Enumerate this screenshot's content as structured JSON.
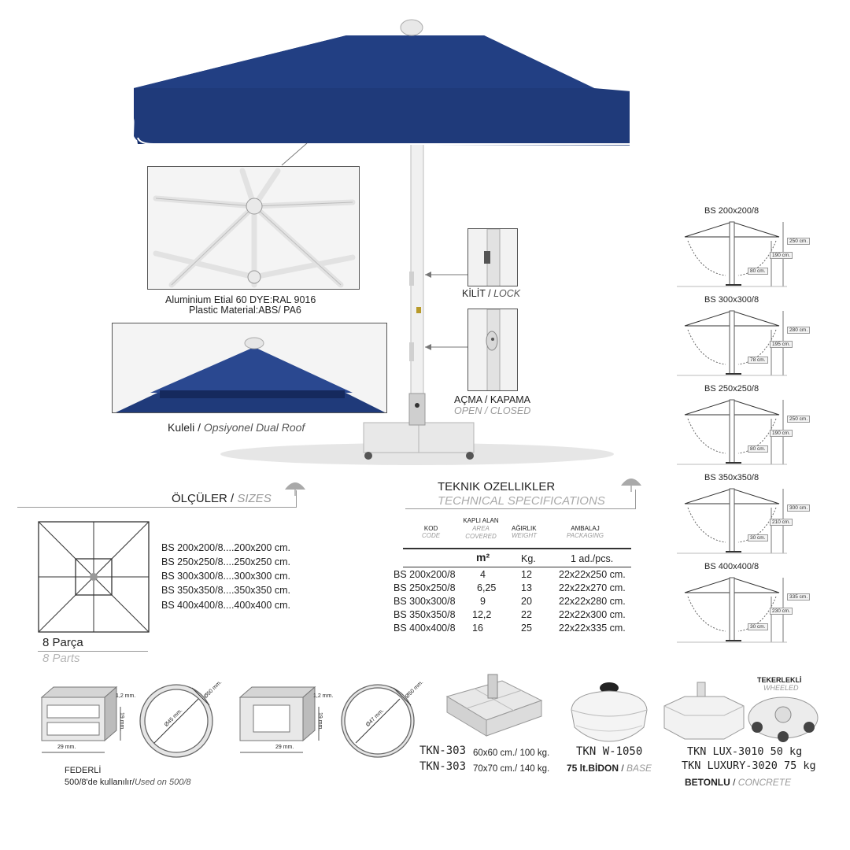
{
  "frame_caption": {
    "line1": "Aluminium Etial 60 DYE:RAL 9016",
    "line2": "Plastic Material:ABS/ PA6"
  },
  "roof_caption": {
    "main": "Kuleli",
    "sep": " / ",
    "alt": "Opsiyonel Dual Roof"
  },
  "lock": {
    "main": "KİLİT",
    "sep": " / ",
    "alt": "LOCK"
  },
  "open_close": {
    "main": "AÇMA / KAPAMA",
    "alt": "OPEN / CLOSED"
  },
  "sizes": {
    "heading_main": "ÖLÇÜLER",
    "heading_sep": " / ",
    "heading_alt": "SIZES",
    "lines": [
      "BS 200x200/8....200x200 cm.",
      "BS 250x250/8....250x250 cm.",
      "BS 300x300/8....300x300 cm.",
      "BS 350x350/8....350x350 cm.",
      "BS 400x400/8....400x400 cm."
    ],
    "parts_main": "8 Parça",
    "parts_alt": "8 Parts"
  },
  "specs": {
    "title_main": "TEKNIK OZELLIKLER",
    "title_alt": "TECHNICAL SPECIFICATIONS",
    "headers": [
      {
        "main": "KOD",
        "alt": "CODE"
      },
      {
        "main": "KAPLI ALAN",
        "alt": "AREA COVERED"
      },
      {
        "main": "AĞIRLIK",
        "alt": "WEIGHT"
      },
      {
        "main": "AMBALAJ",
        "alt": "PACKAGING"
      }
    ],
    "units": [
      "m²",
      "Kg.",
      "1 ad./pcs."
    ],
    "rows": [
      [
        "BS 200x200/8",
        "4",
        "12",
        "22x22x250 cm."
      ],
      [
        "BS 250x250/8",
        "6,25",
        "13",
        "22x22x270 cm."
      ],
      [
        "BS 300x300/8",
        "9",
        "20",
        "22x22x280 cm."
      ],
      [
        "BS 350x350/8",
        "12,2",
        "22",
        "22x22x300 cm."
      ],
      [
        "BS 400x400/8",
        "16",
        "25",
        "22x22x335 cm."
      ]
    ]
  },
  "dimension_diagrams": [
    {
      "title": "BS 200x200/8",
      "height": "250 cm.",
      "mid": "190 cm.",
      "base": "80 cm."
    },
    {
      "title": "BS 300x300/8",
      "height": "280 cm.",
      "mid": "195 cm.",
      "base": "78 cm."
    },
    {
      "title": "BS 250x250/8",
      "height": "250 cm.",
      "mid": "190 cm.",
      "base": "80 cm."
    },
    {
      "title": "BS 350x350/8",
      "height": "300 cm.",
      "mid": "210 cm.",
      "base": "30 cm."
    },
    {
      "title": "BS 400x400/8",
      "height": "335 cm.",
      "mid": "230 cm.",
      "base": "30 cm."
    }
  ],
  "profiles": {
    "p1": {
      "thick": "1,2 mm.",
      "height": "19 mm.",
      "width": "29 mm.",
      "d_inner": "Ø45 mm.",
      "d_outer": "Ø50 mm."
    },
    "p2": {
      "thick": "1,2 mm.",
      "height": "19 mm.",
      "width": "29 mm.",
      "d_inner": "Ø47 mm.",
      "d_outer": "Ø50 mm."
    },
    "label1": "FEDERLİ",
    "label2_main": "500/8'de kullanılır/",
    "label2_alt": "Used on 500/8"
  },
  "bases": {
    "tkn303_code1": "TKN-303",
    "tkn303_spec1": "60x60 cm./ 100 kg.",
    "tkn303_code2": "TKN-303",
    "tkn303_spec2": "70x70 cm./ 140 kg.",
    "w1050_code": "TKN W-1050",
    "w1050_main": "75 lt.BİDON",
    "w1050_sep": " / ",
    "w1050_alt": "BASE",
    "wheeled_main": "TEKERLEKLİ",
    "wheeled_alt": "WHEELED",
    "lux1": "TKN LUX-3010 50 kg",
    "lux2": "TKN LUXURY-3020 75 kg",
    "concrete_main": "BETONLU",
    "concrete_sep": " / ",
    "concrete_alt": "CONCRETE"
  },
  "colors": {
    "canopy": "#1f3a7a",
    "canopy_dark": "#152c63",
    "frame": "#e6e6e6"
  }
}
